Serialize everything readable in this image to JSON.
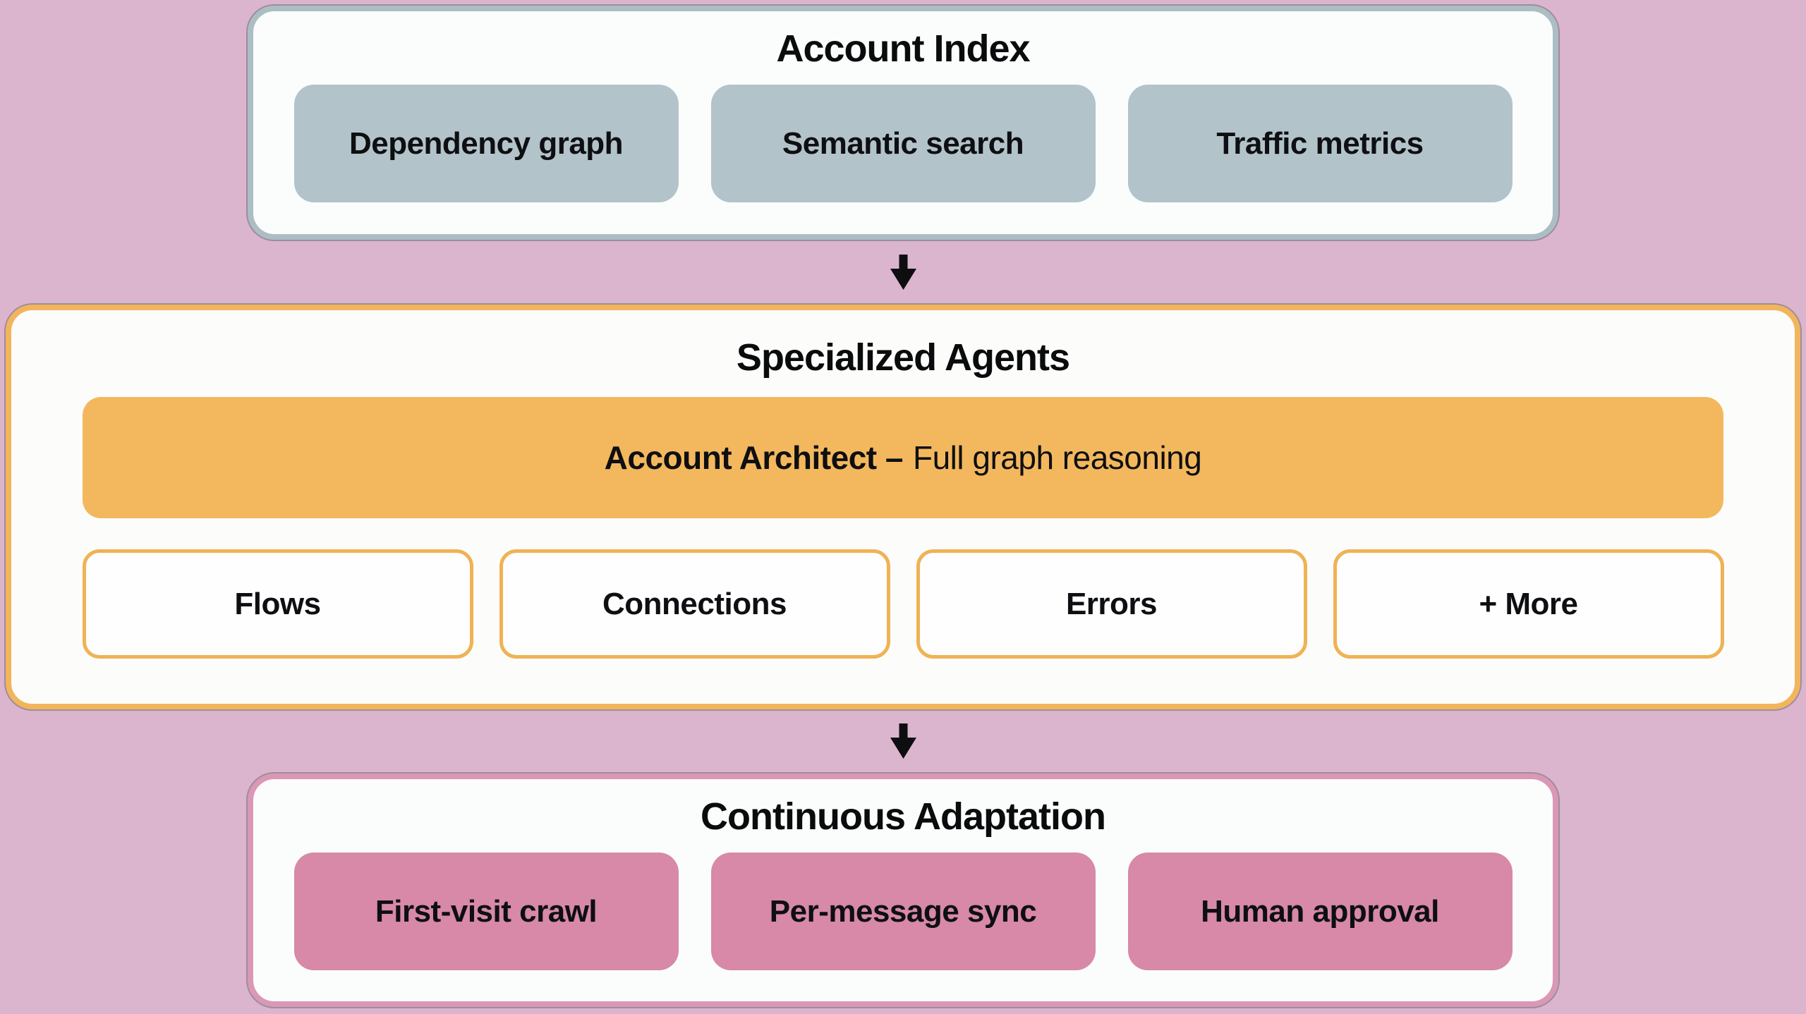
{
  "diagram": {
    "account_index": {
      "title": "Account Index",
      "pills": [
        "Dependency graph",
        "Semantic search",
        "Traffic metrics"
      ]
    },
    "specialized_agents": {
      "title": "Specialized Agents",
      "architect": {
        "bold": "Account Architect –",
        "regular": "Full graph reasoning"
      },
      "agents": [
        "Flows",
        "Connections",
        "Errors",
        "+ More"
      ]
    },
    "continuous_adaptation": {
      "title": "Continuous Adaptation",
      "pills": [
        "First-visit crawl",
        "Per-message sync",
        "Human approval"
      ]
    },
    "icons": {
      "flow_arrow": "down-arrow"
    },
    "colors": {
      "background": "#dab5cd",
      "card_background": "#fbfdfc",
      "gray_pill": "#b3c3ca",
      "gray_card_border": "#abbec4",
      "orange_fill": "#f3b85e",
      "orange_border": "#f0b254",
      "pink_pill": "#d789a7",
      "pink_card_border": "#db97b6",
      "arrow": "#0e0e10",
      "text": "#0a0b0d"
    }
  }
}
